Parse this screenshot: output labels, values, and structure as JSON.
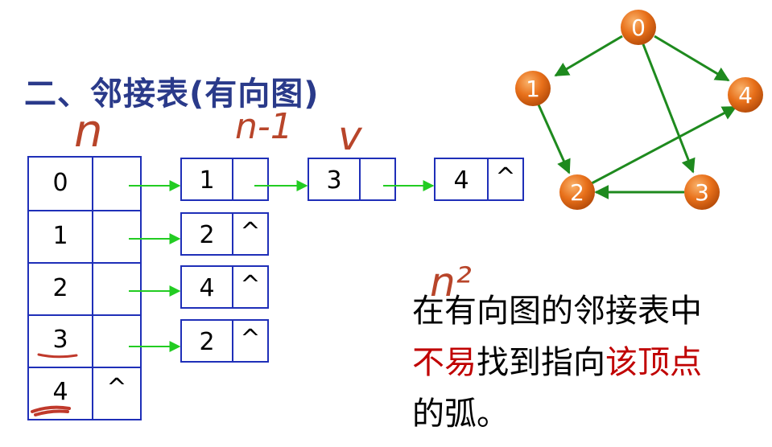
{
  "title": "二、邻接表(有向图)",
  "vertex_table": [
    {
      "vertex": "0",
      "pointer": ""
    },
    {
      "vertex": "1",
      "pointer": ""
    },
    {
      "vertex": "2",
      "pointer": ""
    },
    {
      "vertex": "3",
      "pointer": ""
    },
    {
      "vertex": "4",
      "pointer": "^"
    }
  ],
  "edge_lists": [
    [
      {
        "adj": "1",
        "next": ""
      },
      {
        "adj": "3",
        "next": ""
      },
      {
        "adj": "4",
        "next": "^"
      }
    ],
    [
      {
        "adj": "2",
        "next": "^"
      }
    ],
    [
      {
        "adj": "4",
        "next": "^"
      }
    ],
    [
      {
        "adj": "2",
        "next": "^"
      }
    ]
  ],
  "graph": {
    "nodes": [
      "0",
      "1",
      "2",
      "3",
      "4"
    ],
    "edges": [
      [
        "0",
        "1"
      ],
      [
        "0",
        "4"
      ],
      [
        "0",
        "3"
      ],
      [
        "1",
        "2"
      ],
      [
        "3",
        "2"
      ],
      [
        "2",
        "4"
      ]
    ]
  },
  "note": {
    "line1": "在有向图的邻接表中",
    "line2_a": "不易",
    "line2_b": "找到指向",
    "line2_c": "该顶点",
    "line3": "的弧。"
  },
  "handwriting": {
    "n": "n",
    "n_minus_1": "n-1",
    "v": "v",
    "n_squared": "n²"
  },
  "colors": {
    "title": "#2a3a8a",
    "table_border": "#1f2fb8",
    "list_arrow": "#22cc22",
    "graph_edge": "#1e8a1e",
    "node_fill": "#e8701a",
    "handwriting": "#b8452a",
    "emphasis": "#c00000"
  }
}
